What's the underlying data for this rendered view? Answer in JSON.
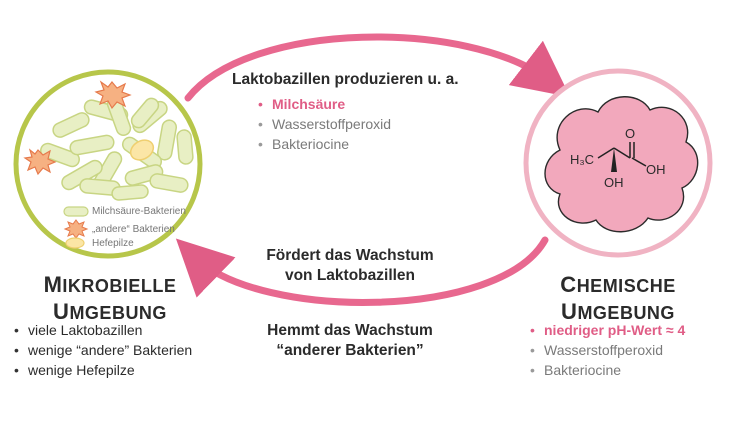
{
  "top": {
    "title": "Laktobazillen produzieren u. a.",
    "items": [
      "Milchsäure",
      "Wasserstoffperoxid",
      "Bakteriocine"
    ]
  },
  "middle": {
    "promote": [
      "Fördert das Wachstum",
      "von Laktobazillen"
    ],
    "inhibit": [
      "Hemmt das Wachstum",
      "“anderer Bakterien”"
    ]
  },
  "legend": {
    "lactic": "Milchsäure-Bakterien",
    "other": "„andere“ Bakterien",
    "yeast": "Hefepilze"
  },
  "microbial": {
    "heading_cap1": "M",
    "heading_rest1": "IKROBIELLE",
    "heading_cap2": "U",
    "heading_rest2": "MGEBUNG",
    "items": [
      "viele Laktobazillen",
      "wenige “andere” Bakterien",
      "wenige Hefepilze"
    ]
  },
  "chemical": {
    "heading_cap1": "C",
    "heading_rest1": "HEMISCHE",
    "heading_cap2": "U",
    "heading_rest2": "MGEBUNG",
    "items": [
      "niedriger pH-Wert ≈ 4",
      "Wasserstoffperoxid",
      "Bakteriocine"
    ]
  },
  "molecule": {
    "h3c": "H₃C",
    "o": "O",
    "oh1": "OH",
    "oh2": "OH"
  },
  "colors": {
    "accent": "#e05d86",
    "green_ring": "#b7c64a",
    "pink_ring": "#f0b3c3",
    "cloud": "#f2a8bc"
  }
}
